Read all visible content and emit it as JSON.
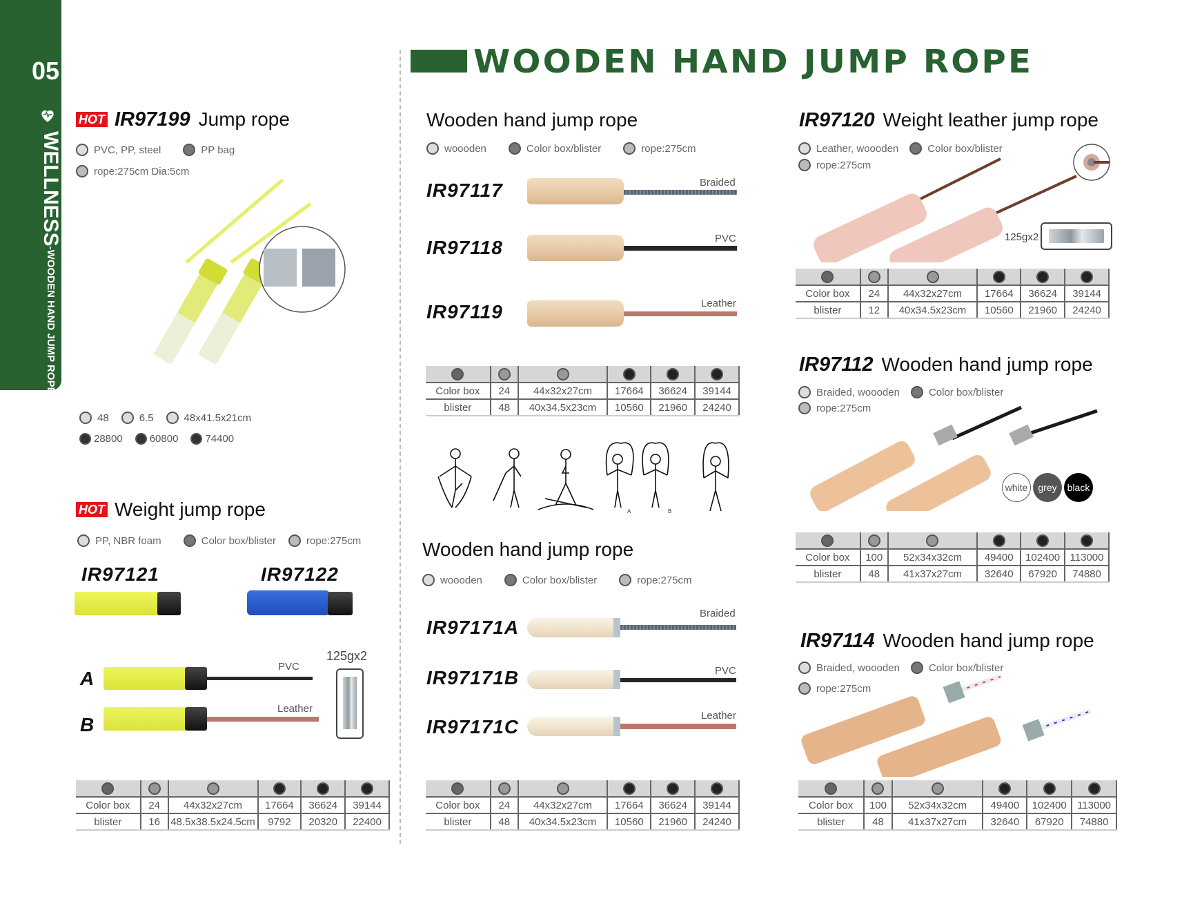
{
  "page": {
    "number": "05",
    "section_label": "WELLNESS",
    "section_sub": "-WOODEN HAND JUMP ROPE",
    "header_title": "WOODEN HAND JUMP ROPE",
    "colors": {
      "brand_green": "#276230",
      "hot_red": "#e3141b"
    }
  },
  "table_headers": [
    "packing-icon",
    "qty-per-carton-icon",
    "carton-size-icon",
    "20ft-container-icon",
    "40ft-container-icon",
    "40hq-container-icon"
  ],
  "ir97199": {
    "hot": "HOT",
    "code": "IR97199",
    "name": "Jump rope",
    "material": "PVC, PP, steel",
    "packing": "PP bag",
    "size": "rope:275cm Dia:5cm",
    "qty": "48",
    "weight": "6.5",
    "carton": "48x41.5x21cm",
    "c20": "28800",
    "c40": "60800",
    "c40hq": "74400"
  },
  "weight_rope": {
    "hot": "HOT",
    "name": "Weight jump rope",
    "material": "PP, NBR foam",
    "packing": "Color box/blister",
    "size": "rope:275cm",
    "codes": [
      "IR97121",
      "IR97122"
    ],
    "variants": [
      {
        "letter": "A",
        "rope": "PVC"
      },
      {
        "letter": "B",
        "rope": "Leather"
      }
    ],
    "weight_label": "125gx2",
    "table": [
      [
        "Color box",
        "24",
        "44x32x27cm",
        "17664",
        "36624",
        "39144"
      ],
      [
        "blister",
        "16",
        "48.5x38.5x24.5cm",
        "9792",
        "20320",
        "22400"
      ]
    ]
  },
  "wooden1": {
    "name": "Wooden hand jump rope",
    "material": "woooden",
    "packing": "Color box/blister",
    "size": "rope:275cm",
    "items": [
      {
        "code": "IR97117",
        "rope": "Braided"
      },
      {
        "code": "IR97118",
        "rope": "PVC"
      },
      {
        "code": "IR97119",
        "rope": "Leather"
      }
    ],
    "table": [
      [
        "Color box",
        "24",
        "44x32x27cm",
        "17664",
        "36624",
        "39144"
      ],
      [
        "blister",
        "48",
        "40x34.5x23cm",
        "10560",
        "21960",
        "24240"
      ]
    ]
  },
  "exercise_labels": [
    "A",
    "B"
  ],
  "wooden2": {
    "name": "Wooden hand jump rope",
    "material": "woooden",
    "packing": "Color box/blister",
    "size": "rope:275cm",
    "items": [
      {
        "code": "IR97171A",
        "rope": "Braided"
      },
      {
        "code": "IR97171B",
        "rope": "PVC"
      },
      {
        "code": "IR97171C",
        "rope": "Leather"
      }
    ],
    "table": [
      [
        "Color box",
        "24",
        "44x32x27cm",
        "17664",
        "36624",
        "39144"
      ],
      [
        "blister",
        "48",
        "40x34.5x23cm",
        "10560",
        "21960",
        "24240"
      ]
    ]
  },
  "ir97120": {
    "code": "IR97120",
    "name": "Weight leather jump rope",
    "material": "Leather, woooden",
    "packing": "Color box/blister",
    "size": "rope:275cm",
    "weight_label": "125gx2",
    "table": [
      [
        "Color box",
        "24",
        "44x32x27cm",
        "17664",
        "36624",
        "39144"
      ],
      [
        "blister",
        "12",
        "40x34.5x23cm",
        "10560",
        "21960",
        "24240"
      ]
    ]
  },
  "ir97112": {
    "code": "IR97112",
    "name": "Wooden hand jump rope",
    "material": "Braided, woooden",
    "packing": "Color box/blister",
    "size": "rope:275cm",
    "colors": [
      {
        "label": "white",
        "hex": "#ffffff"
      },
      {
        "label": "grey",
        "hex": "#555555"
      },
      {
        "label": "black",
        "hex": "#000000"
      }
    ],
    "table": [
      [
        "Color box",
        "100",
        "52x34x32cm",
        "49400",
        "102400",
        "113000"
      ],
      [
        "blister",
        "48",
        "41x37x27cm",
        "32640",
        "67920",
        "74880"
      ]
    ]
  },
  "ir97114": {
    "code": "IR97114",
    "name": "Wooden hand jump rope",
    "material": "Braided, woooden",
    "packing": "Color box/blister",
    "size": "rope:275cm",
    "table": [
      [
        "Color box",
        "100",
        "52x34x32cm",
        "49400",
        "102400",
        "113000"
      ],
      [
        "blister",
        "48",
        "41x37x27cm",
        "32640",
        "67920",
        "74880"
      ]
    ]
  }
}
